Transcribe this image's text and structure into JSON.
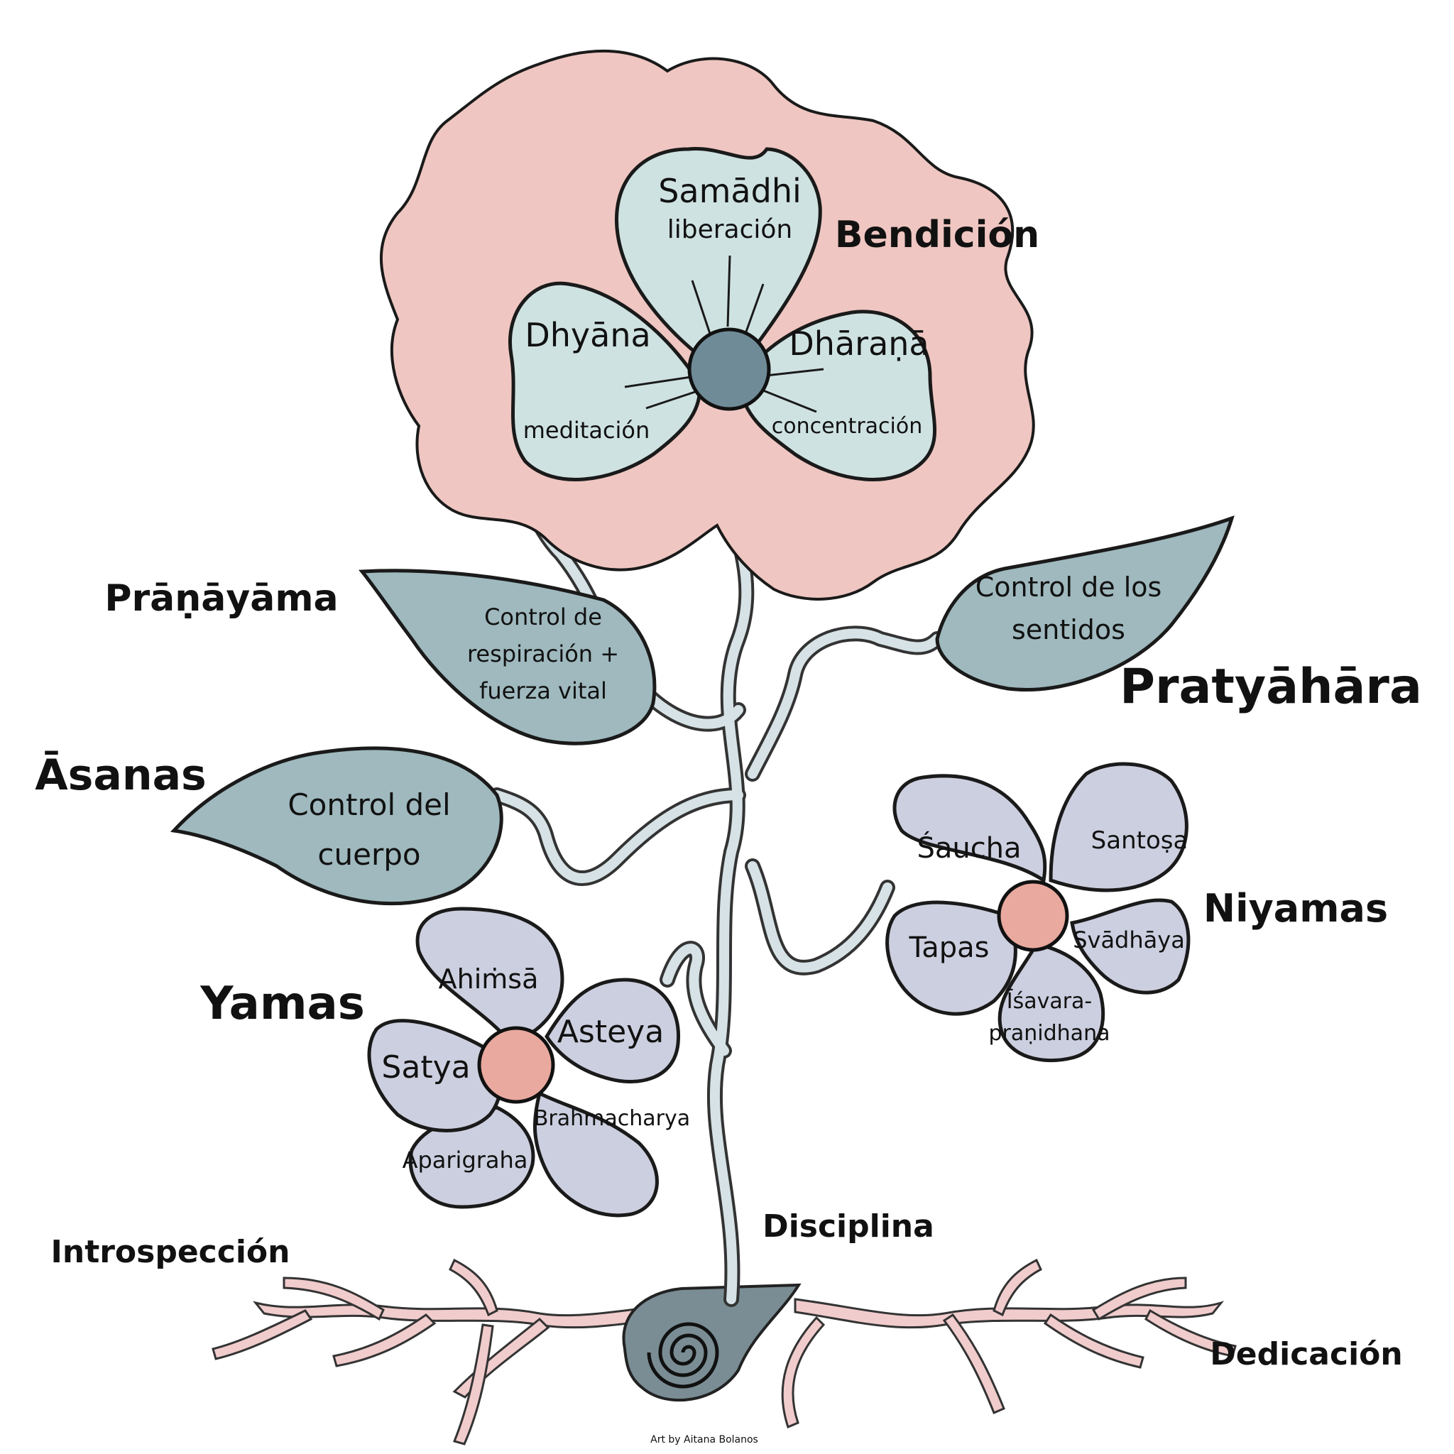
{
  "colors": {
    "bloom": "#efc6c1",
    "bloom_edge": "#1a1a1a",
    "petal_mint": "#cfe2e2",
    "leaf": "#9fb9be",
    "petal_lavender": "#cccfdf",
    "center_pink": "#e9a99f",
    "center_blue": "#6f8b97",
    "stem": "#d6e2e5",
    "root": "#f1cccc",
    "stone": "#7a8d94"
  },
  "labels": {
    "bendicion": "Bendición",
    "samadhi": "Samādhi",
    "samadhi_sub": "liberación",
    "dhyana": "Dhyāna",
    "dhyana_sub": "meditación",
    "dharana": "Dhāraṇā",
    "dharana_sub": "concentración",
    "pranayama": "Prāṇāyāma",
    "pranayama_desc": [
      "Control de",
      "respiración +",
      "fuerza vital"
    ],
    "pratyahara": "Pratyāhāra",
    "pratyahara_desc": [
      "Control de los",
      "sentidos"
    ],
    "asanas": "Āsanas",
    "asanas_desc": [
      "Control del",
      "cuerpo"
    ],
    "niyamas": "Niyamas",
    "niyamas_petals": [
      "Śaucha",
      "Santoṣa",
      "Svādhāya",
      "Īśavara-",
      "praṇidhana",
      "Tapas"
    ],
    "yamas": "Yamas",
    "yamas_petals": [
      "Ahiṁsā",
      "Asteya",
      "Brahmacharya",
      "Aparigraha",
      "Satya"
    ],
    "introspeccion": "Introspección",
    "disciplina": "Disciplina",
    "dedicacion": "Dedicación",
    "credit": "Art by Aitana Bolanos"
  }
}
